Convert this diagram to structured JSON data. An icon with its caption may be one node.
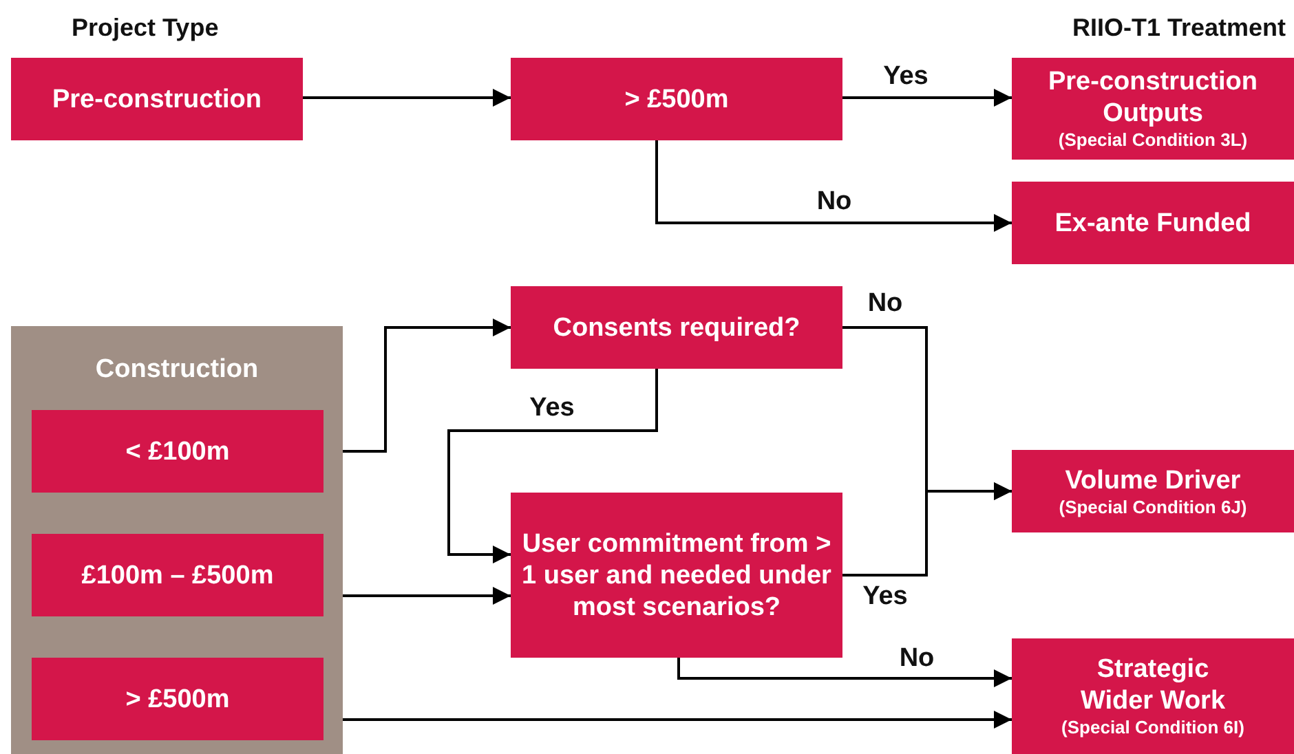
{
  "diagram": {
    "nodes": [
      {
        "text": [
          "Pre-construction"
        ]
      },
      {
        "text": [
          "> £500m"
        ]
      },
      {
        "text": [
          "Pre-construction Outputs",
          "(Special Condition 3L)"
        ]
      },
      {
        "text": [
          "Ex-ante Funded"
        ]
      },
      {
        "text": [
          "Construction"
        ]
      },
      {
        "text": [
          "< £100m"
        ],
        "in": 4
      },
      {
        "text": [
          "£100m – £500m"
        ],
        "in": 4
      },
      {
        "text": [
          "> £500m"
        ],
        "in": 4
      },
      {
        "text": [
          "Consents required?"
        ]
      },
      {
        "text": [
          "User commitment from > 1 user and needed under most scenarios?"
        ]
      },
      {
        "text": [
          "Volume Driver",
          "(Special Condition 6J)"
        ]
      },
      {
        "text": [
          "Strategic Wider Work",
          "(Special Condition 6I)"
        ]
      }
    ],
    "edges": [
      {
        "from": 0,
        "to": 1,
        "arrow": "to"
      },
      {
        "from": 1,
        "to": 2,
        "arrow": "to",
        "label": "Yes"
      },
      {
        "from": 1,
        "to": 3,
        "arrow": "to",
        "label": "No"
      },
      {
        "from": 5,
        "to": 8,
        "arrow": "to"
      },
      {
        "from": 8,
        "to": 9,
        "arrow": "to",
        "label": "Yes"
      },
      {
        "from": 8,
        "to": 10,
        "arrow": "to",
        "label": "No"
      },
      {
        "from": 9,
        "to": 10,
        "arrow": "to",
        "label": "Yes"
      },
      {
        "from": 6,
        "to": 9,
        "arrow": "to"
      },
      {
        "from": 9,
        "to": 11,
        "arrow": "to",
        "label": "No"
      },
      {
        "from": 7,
        "to": 11,
        "arrow": "to"
      }
    ],
    "labels": [
      "Project Type",
      "RIIO-T1 Treatment"
    ]
  }
}
